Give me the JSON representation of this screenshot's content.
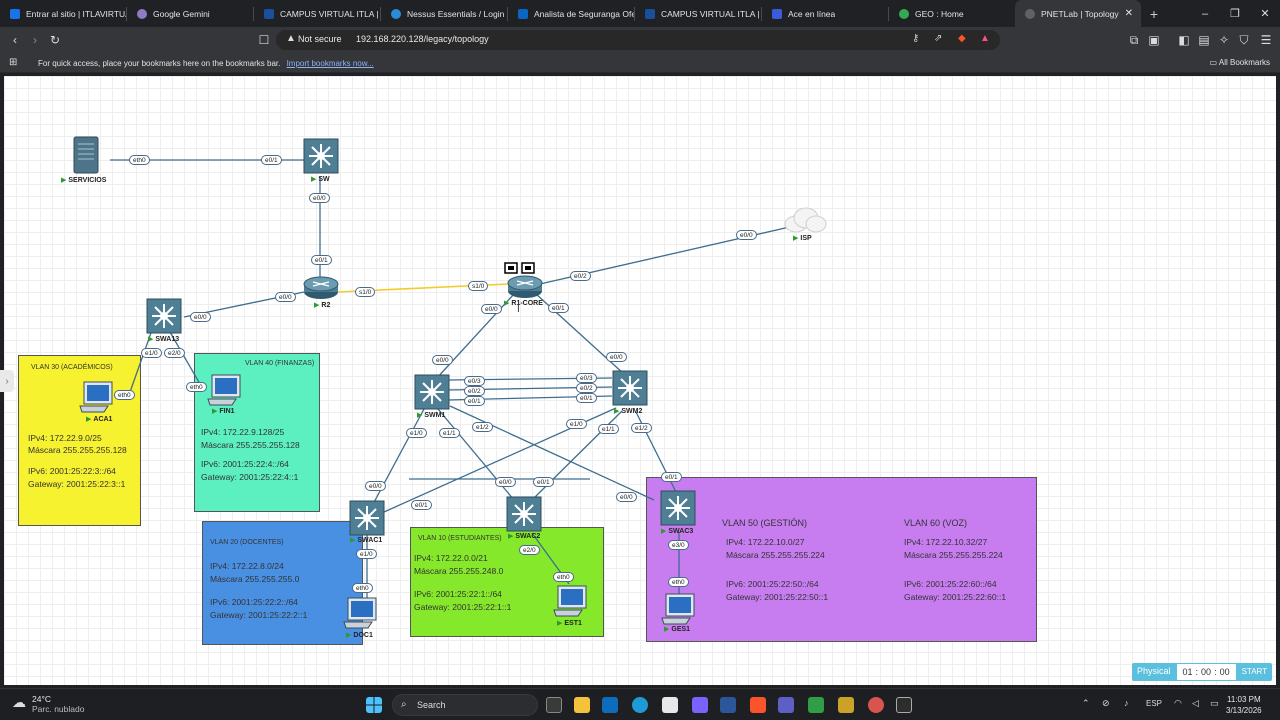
{
  "browser": {
    "tabs": [
      {
        "title": "Entrar al sitio | ITLAVIRTUA",
        "color": "#1a73e8"
      },
      {
        "title": "Google Gemini",
        "color": "#8e7cc3"
      },
      {
        "title": "CAMPUS VIRTUAL ITLA | T",
        "color": "#1a4f9c"
      },
      {
        "title": "Nessus Essentials / Login",
        "color": "#2b8cd6"
      },
      {
        "title": "Analista de Seguranga Ofe",
        "color": "#0a66c2"
      },
      {
        "title": "CAMPUS VIRTUAL ITLA | P",
        "color": "#1a4f9c"
      },
      {
        "title": "Ace en línea",
        "color": "#3b5bdb"
      },
      {
        "title": "GEO : Home",
        "color": "#34a853"
      },
      {
        "title": "PNETLab | Topology",
        "color": "#5f6368",
        "active": true
      }
    ],
    "new_tab": "+",
    "window_controls": {
      "minimize": "–",
      "restore": "❐",
      "close": "✕"
    },
    "address": {
      "security": "Not secure",
      "url": "192.168.220.128/legacy/topology"
    },
    "bookmarks_bar": {
      "text": "For quick access, place your bookmarks here on the bookmarks bar.",
      "link": "Import bookmarks now...",
      "all_bookmarks": "All Bookmarks"
    }
  },
  "topology": {
    "devices": {
      "servicios": "SERVICIOS",
      "sw": "SW",
      "r2": "R2",
      "r1core": "R1-CORE",
      "isp": "ISP",
      "swa13": "SWA13",
      "swm1": "SWM1",
      "swm2": "SWM2",
      "swac1": "SWAC1",
      "swac2": "SWAC2",
      "swac3": "SWAC3",
      "aca1": "ACA1",
      "fin1": "FIN1",
      "doc1": "DOC1",
      "est1": "EST1",
      "ges1": "GES1"
    },
    "ports": {
      "servicios_eth0": "eth0",
      "sw_e01": "e0/1",
      "sw_e00": "e0/0",
      "r2_e01": "e0/1",
      "r2_e00": "e0/0",
      "r2_s10": "s1/0",
      "r1_s10": "s1/0",
      "r1_e02": "e0/2",
      "isp_e00": "e0/0",
      "r1_e00": "e0/0",
      "r1_e01": "e0/1",
      "swa13_e00": "e0/0",
      "swa13_e10": "e1/0",
      "swa13_e20": "e2/0",
      "aca1_eth0": "eth0",
      "fin1_eth0": "eth0",
      "swm1_e00": "e0/0",
      "swm2_e00": "e0/0",
      "swm1_e03": "e0/3",
      "swm1_e02": "e0/2",
      "swm1_e01": "e0/1",
      "swm2_e03": "e0/3",
      "swm2_e02": "e0/2",
      "swm2_e01": "e0/1",
      "swm1_e10": "e1/0",
      "swm1_e11": "e1/1",
      "swm1_e12": "e1/2",
      "swm2_e10": "e1/0",
      "swm2_e11": "e1/1",
      "swm2_e12": "e1/2",
      "swac1_e00": "e0/0",
      "swac1_e01": "e0/1",
      "swac1_e10": "e1/0",
      "doc1_eth0": "eth0",
      "swac2_e00": "e0/0",
      "swac2_e01": "e0/1",
      "swac2_e20": "e2/0",
      "est1_eth0": "eth0",
      "swac3_e00": "e0/0",
      "swac3_e01": "e0/1",
      "swac3_e30": "e3/0",
      "ges1_eth0": "eth0"
    },
    "vlans": {
      "v30": {
        "title": "VLAN 30 (ACADÉMICOS)",
        "ipv4": "IPv4: 172.22.9.0/25",
        "mask": "Máscara 255.255.255.128",
        "ipv6": "IPv6: 2001:25:22:3::/64",
        "gw": "Gateway: 2001:25:22:3::1",
        "color": "#f7f230"
      },
      "v40": {
        "title": "VLAN 40 (FINANZAS)",
        "ipv4": "IPv4: 172.22.9.128/25",
        "mask": "Máscara 255.255.255.128",
        "ipv6": "IPv6: 2001:25:22:4::/64",
        "gw": "Gateway: 2001:25:22:4::1",
        "color": "#5cf0c0"
      },
      "v20": {
        "title": "VLAN 20 (DOCENTES)",
        "ipv4": "IPv4: 172.22.8.0/24",
        "mask": "Máscara 255.255.255.0",
        "ipv6": "IPv6: 2001:25:22:2::/64",
        "gw": "Gateway: 2001:25:22:2::1",
        "color": "#4a90e2"
      },
      "v10": {
        "title": "VLAN 10 (ESTUDIANTES)",
        "ipv4": "IPv4: 172.22.0.0/21",
        "mask": "Máscara 255.255.248.0",
        "ipv6": "IPv6: 2001:25:22:1::/64",
        "gw": "Gateway: 2001:25:22:1::1",
        "color": "#86e82a"
      },
      "v50": {
        "title": "VLAN 50 (GESTIÓN)",
        "ipv4": "IPv4: 172.22.10.0/27",
        "mask": "Máscara 255.255.255.224",
        "ipv6": "IPv6: 2001:25:22:50::/64",
        "gw": "Gateway: 2001:25:22:50::1",
        "color": "#c77df0"
      },
      "v60": {
        "title": "VLAN 60 (VOZ)",
        "ipv4": "IPv4: 172.22.10.32/27",
        "mask": "Máscara 255.255.255.224",
        "ipv6": "IPv6: 2001:25:22:60::/64",
        "gw": "Gateway: 2001:25:22:60::1"
      }
    },
    "controls": {
      "physical": "Physical",
      "hh": "01",
      "mm": "00",
      "ss": "00",
      "start": "START"
    }
  },
  "taskbar": {
    "weather_temp": "24°C",
    "weather_desc": "Parc. nublado",
    "search": "Search",
    "lang": "ESP",
    "time": "11:03 PM",
    "date": "3/13/2026"
  }
}
